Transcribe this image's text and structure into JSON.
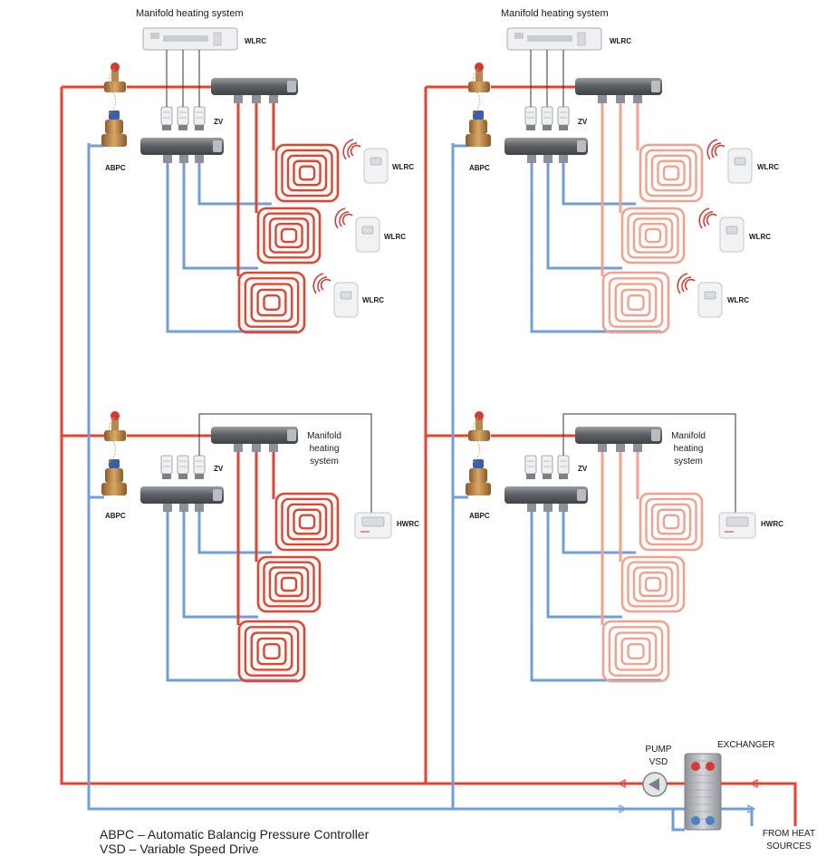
{
  "colors": {
    "supply": "#e8412c",
    "supply_light": "#f4a08c",
    "return": "#6f9fd8",
    "manifold": "#6b6e72"
  },
  "top_left": {
    "title": "Manifold heating system",
    "wlrc_main": "WLRC",
    "zv": "ZV",
    "abpc": "ABPC",
    "room_controls": [
      "WLRC",
      "WLRC",
      "WLRC"
    ]
  },
  "top_right": {
    "title": "Manifold heating system",
    "wlrc_main": "WLRC",
    "zv": "ZV",
    "abpc": "ABPC",
    "room_controls": [
      "WLRC",
      "WLRC",
      "WLRC"
    ]
  },
  "bottom_left": {
    "title_lines": [
      "Manifold",
      "heating",
      "system"
    ],
    "zv": "ZV",
    "abpc": "ABPC",
    "hwrc": "HWRC"
  },
  "bottom_right": {
    "title_lines": [
      "Manifold",
      "heating",
      "system"
    ],
    "zv": "ZV",
    "abpc": "ABPC",
    "hwrc": "HWRC"
  },
  "plant": {
    "pump_lines": [
      "PUMP",
      "VSD"
    ],
    "exchanger": "EXCHANGER",
    "heat_source_lines": [
      "FROM HEAT",
      "SOURCES"
    ]
  },
  "legend": [
    "ABPC – Automatic Balancig Pressure Controller",
    "VSD – Variable Speed Drive"
  ]
}
